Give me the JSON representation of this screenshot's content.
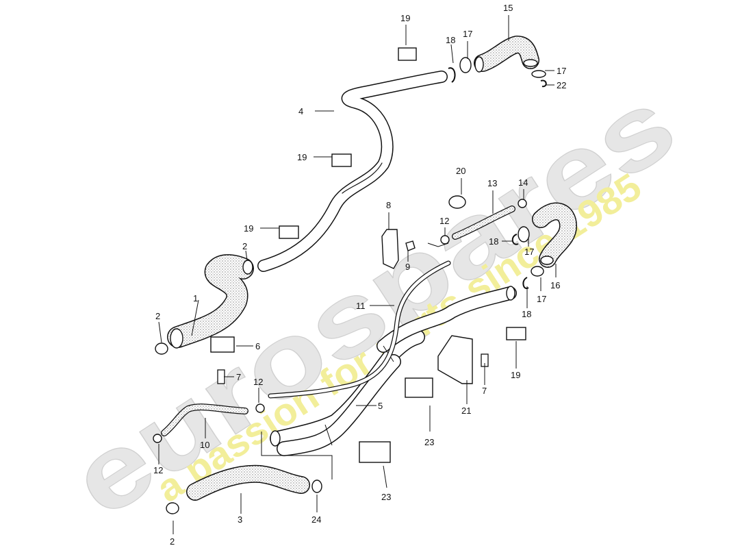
{
  "watermark": {
    "brand": "eurospares",
    "tagline": "a passion for parts since 1985",
    "brand_color": "#e6e6e6",
    "tagline_color": "#f2ee9a"
  },
  "callouts": [
    {
      "id": "c1",
      "label": "1"
    },
    {
      "id": "c2a",
      "label": "2"
    },
    {
      "id": "c2b",
      "label": "2"
    },
    {
      "id": "c2c",
      "label": "2"
    },
    {
      "id": "c3",
      "label": "3"
    },
    {
      "id": "c4",
      "label": "4"
    },
    {
      "id": "c5",
      "label": "5"
    },
    {
      "id": "c6",
      "label": "6"
    },
    {
      "id": "c7a",
      "label": "7"
    },
    {
      "id": "c7b",
      "label": "7"
    },
    {
      "id": "c8",
      "label": "8"
    },
    {
      "id": "c9",
      "label": "9"
    },
    {
      "id": "c10",
      "label": "10"
    },
    {
      "id": "c11",
      "label": "11"
    },
    {
      "id": "c12a",
      "label": "12"
    },
    {
      "id": "c12b",
      "label": "12"
    },
    {
      "id": "c12c",
      "label": "12"
    },
    {
      "id": "c13",
      "label": "13"
    },
    {
      "id": "c14",
      "label": "14"
    },
    {
      "id": "c15",
      "label": "15"
    },
    {
      "id": "c16",
      "label": "16"
    },
    {
      "id": "c17a",
      "label": "17"
    },
    {
      "id": "c17b",
      "label": "17"
    },
    {
      "id": "c17c",
      "label": "17"
    },
    {
      "id": "c17d",
      "label": "17"
    },
    {
      "id": "c18a",
      "label": "18"
    },
    {
      "id": "c18b",
      "label": "18"
    },
    {
      "id": "c18c",
      "label": "18"
    },
    {
      "id": "c19a",
      "label": "19"
    },
    {
      "id": "c19b",
      "label": "19"
    },
    {
      "id": "c19c",
      "label": "19"
    },
    {
      "id": "c19d",
      "label": "19"
    },
    {
      "id": "c20",
      "label": "20"
    },
    {
      "id": "c21",
      "label": "21"
    },
    {
      "id": "c22",
      "label": "22"
    },
    {
      "id": "c23a",
      "label": "23"
    },
    {
      "id": "c23b",
      "label": "23"
    },
    {
      "id": "c24",
      "label": "24"
    }
  ]
}
